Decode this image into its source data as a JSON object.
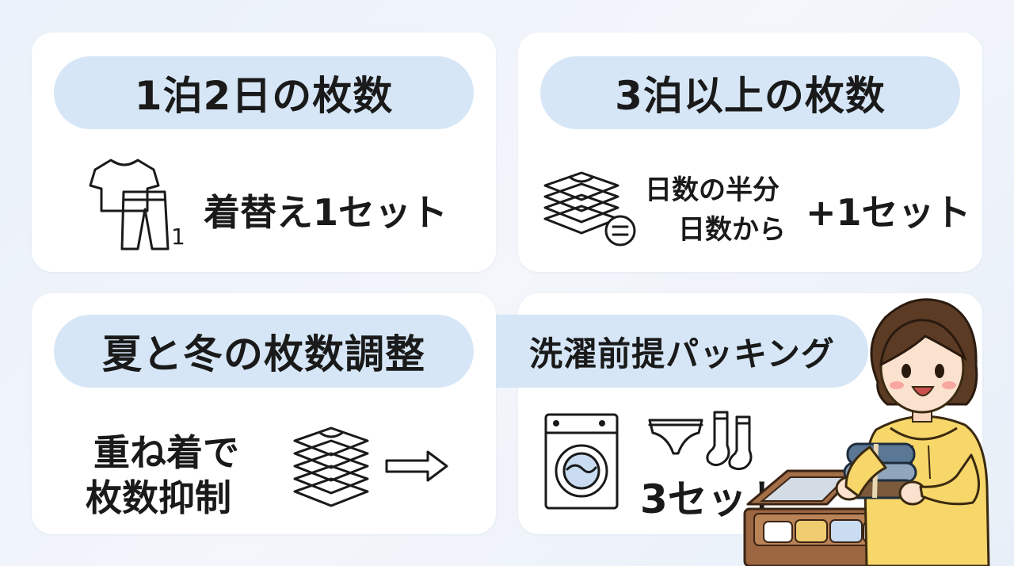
{
  "cards": {
    "one_night": {
      "title": "1泊2日の枚数",
      "label": "着替え1セット",
      "badge": "1"
    },
    "three_nights": {
      "title": "3泊以上の枚数",
      "line1": "日数の半分",
      "line2": "日数から",
      "plus": "+1セット"
    },
    "season": {
      "title": "夏と冬の枚数調整",
      "line1": "重ね着で",
      "line2": "枚数抑制"
    },
    "laundry": {
      "title": "洗濯前提パッキング",
      "label": "3セット"
    }
  },
  "icons": [
    "tshirt-icon",
    "pants-icon",
    "folded-clothes-stack-icon",
    "equals-icon",
    "layered-clothes-icon",
    "arrow-right-icon",
    "washing-machine-icon",
    "underwear-icon",
    "socks-icon",
    "suitcase-icon",
    "woman-character"
  ],
  "colors": {
    "pill": "#d6e6f6",
    "card": "#ffffff",
    "accent_blue": "#c9dcf1",
    "hoodie": "#f7d66a",
    "hair": "#5c3b25"
  }
}
